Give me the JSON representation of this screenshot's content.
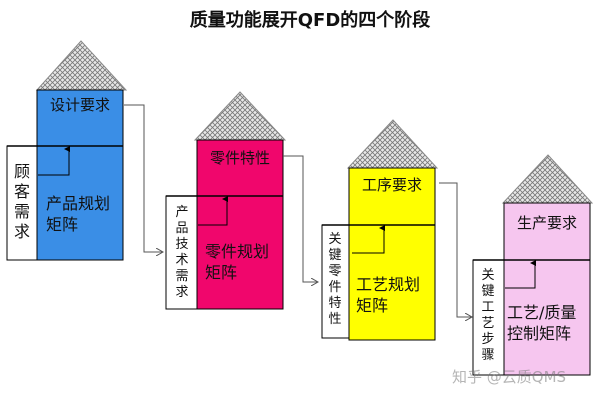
{
  "title": "质量功能展开QFD的四个阶段",
  "houses": [
    {
      "top_label": "设计要求",
      "matrix_label": [
        "产品规划",
        "矩阵"
      ],
      "side_label": "顾客需求",
      "color": "#3a8ee6"
    },
    {
      "top_label": "零件特性",
      "matrix_label": [
        "零件规划",
        "矩阵"
      ],
      "side_label": "产品技术需求",
      "color": "#f0066c"
    },
    {
      "top_label": "工序要求",
      "matrix_label": [
        "工艺规划",
        "矩阵"
      ],
      "side_label": "关键零件特性",
      "color": "#ffff00"
    },
    {
      "top_label": "生产要求",
      "matrix_label": [
        "工艺/质量",
        "控制矩阵"
      ],
      "side_label": "关键工艺步骤",
      "color": "#f6c6ef"
    }
  ],
  "roof_color": "#b8b8b8",
  "watermark": "知乎 @云质QMS"
}
